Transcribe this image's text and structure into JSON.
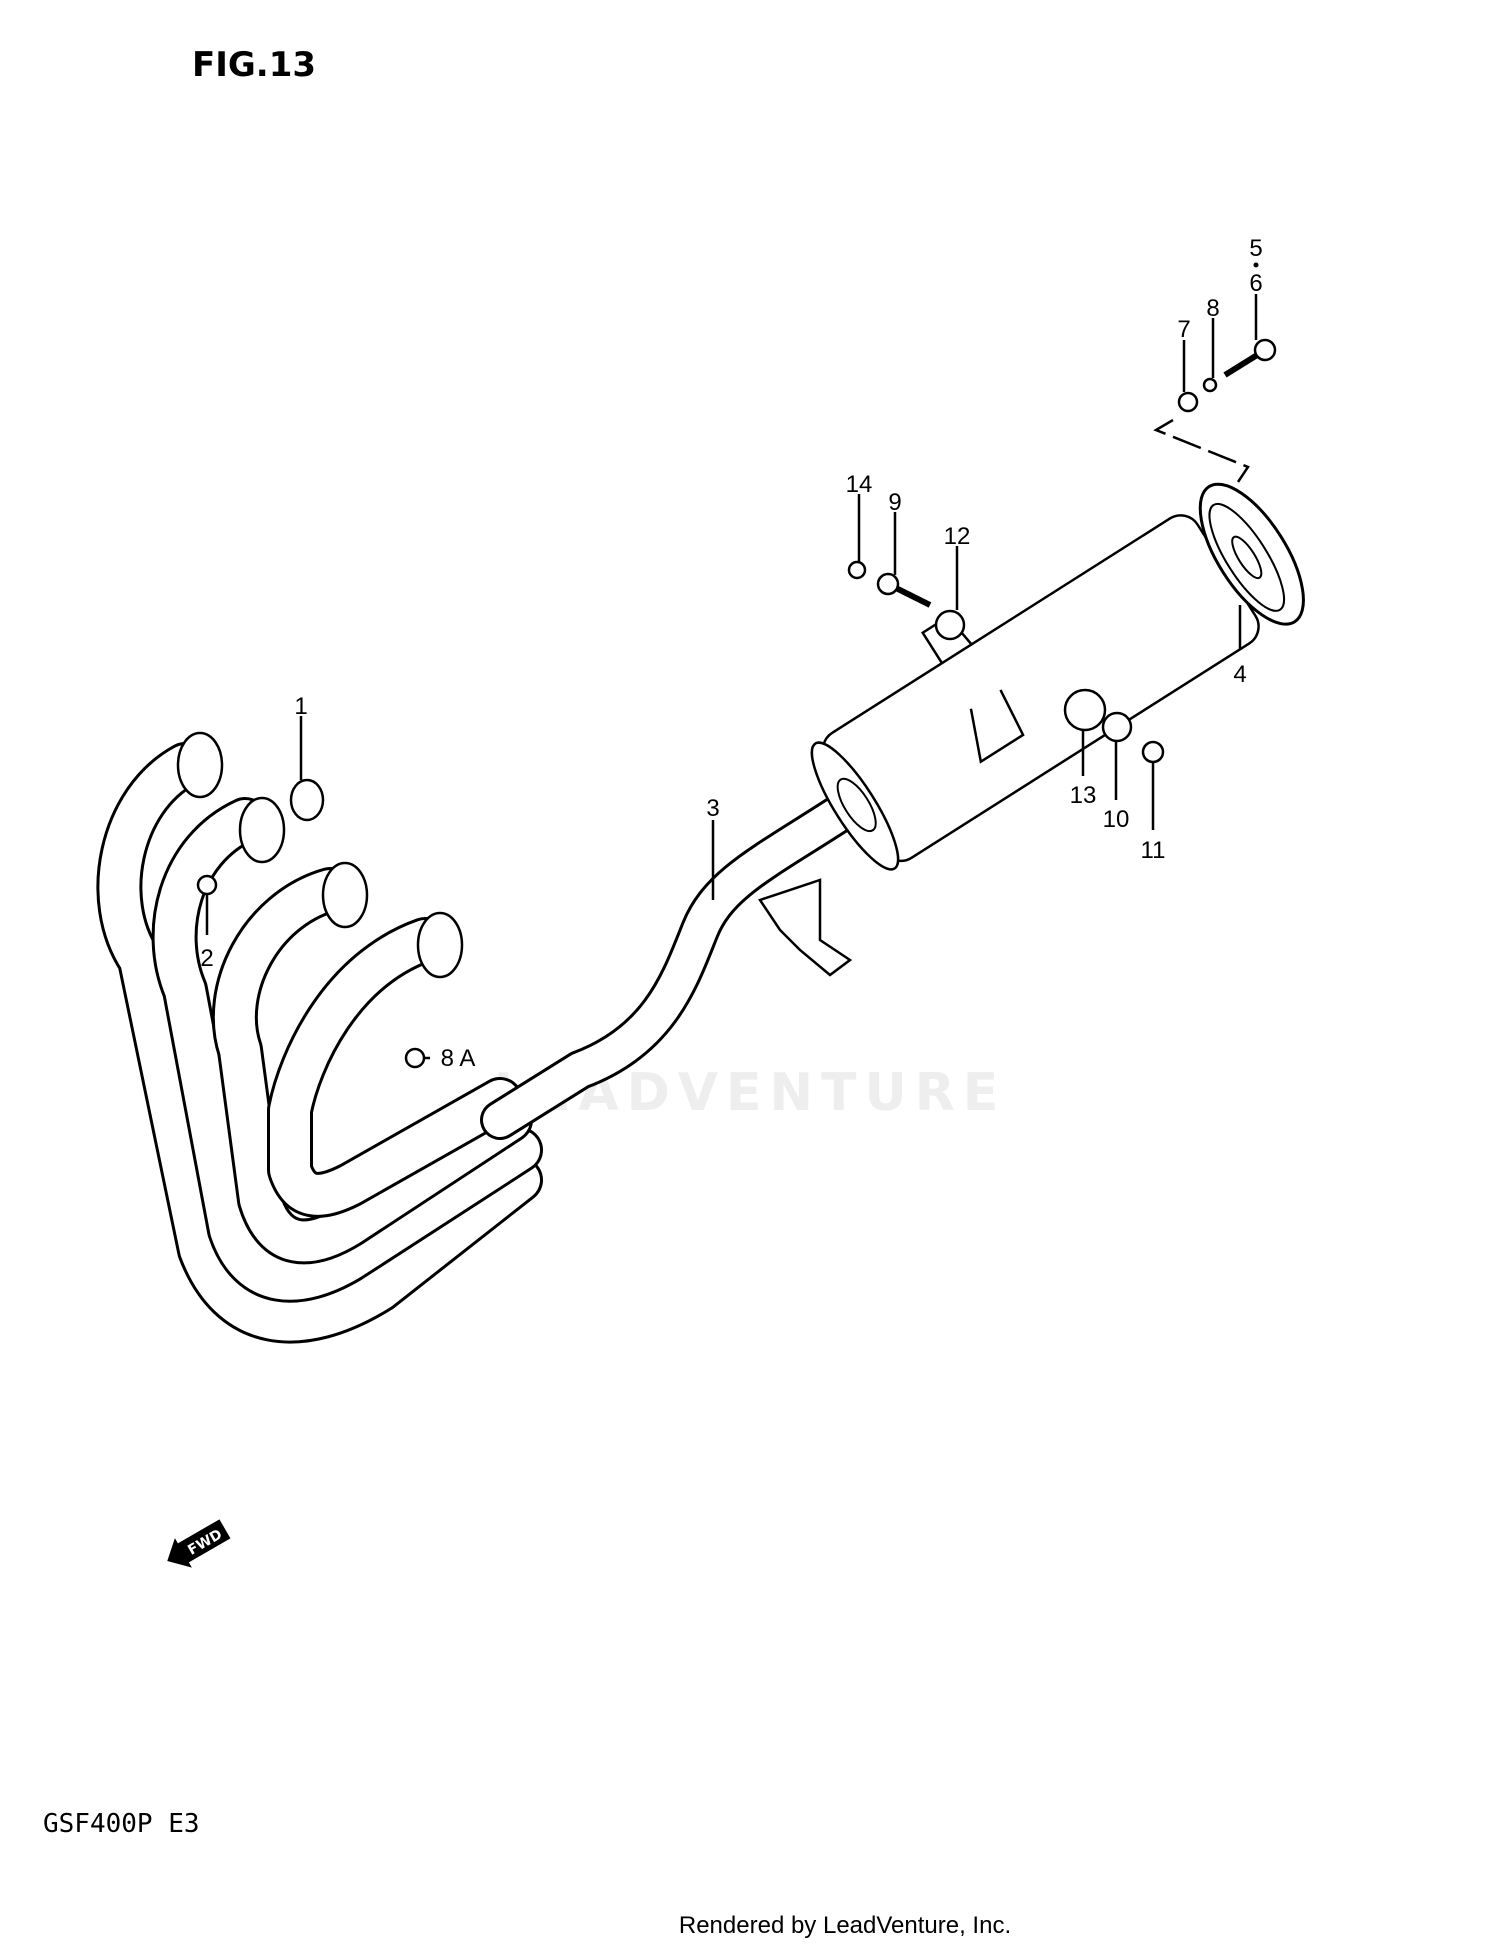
{
  "figure": {
    "title": "FIG.13",
    "model_code": "GSF400P E3",
    "fwd_label": "FWD",
    "watermark": "LEADVENTURE",
    "footer": "Rendered by LeadVenture, Inc."
  },
  "callouts": [
    {
      "id": "1",
      "label": "1"
    },
    {
      "id": "2",
      "label": "2"
    },
    {
      "id": "3",
      "label": "3"
    },
    {
      "id": "4",
      "label": "4"
    },
    {
      "id": "5",
      "label": "5"
    },
    {
      "id": "6",
      "label": "6"
    },
    {
      "id": "7",
      "label": "7"
    },
    {
      "id": "8",
      "label": "8"
    },
    {
      "id": "8A",
      "label": "8 A"
    },
    {
      "id": "9",
      "label": "9"
    },
    {
      "id": "10",
      "label": "10"
    },
    {
      "id": "11",
      "label": "11"
    },
    {
      "id": "12",
      "label": "12"
    },
    {
      "id": "13",
      "label": "13"
    },
    {
      "id": "14",
      "label": "14"
    }
  ]
}
